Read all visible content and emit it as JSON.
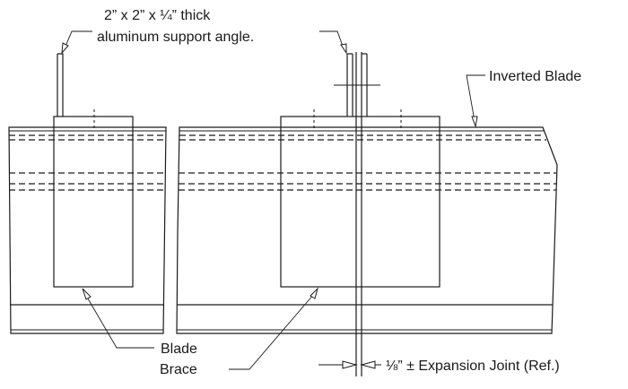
{
  "labels": {
    "support_angle_line1": "2” x 2” x ¼” thick",
    "support_angle_line2": "aluminum support angle.",
    "inverted_blade": "Inverted Blade",
    "blade_brace_line1": "Blade",
    "blade_brace_line2": "Brace",
    "expansion_joint": "⅛” ± Expansion Joint (Ref.)"
  }
}
